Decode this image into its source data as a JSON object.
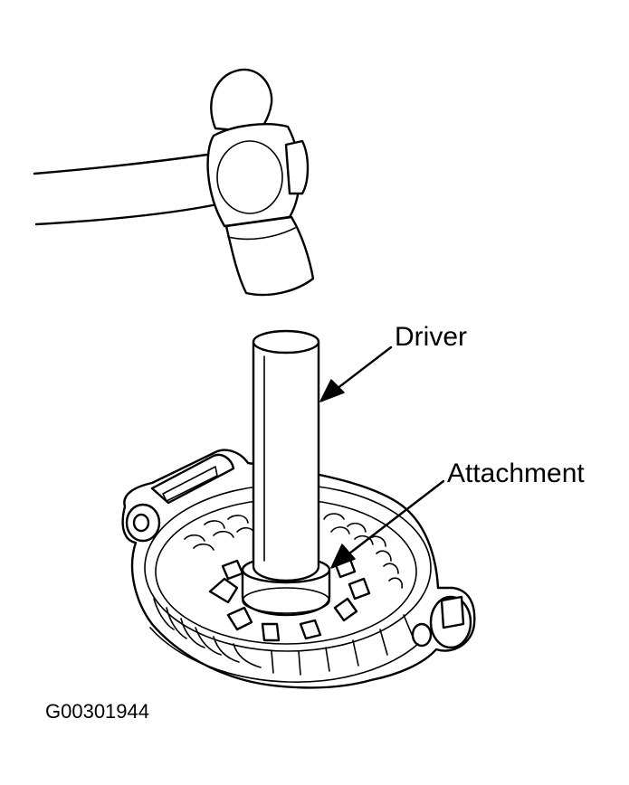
{
  "labels": {
    "driver": "Driver",
    "attachment": "Attachment",
    "figure_id": "G00301944"
  }
}
